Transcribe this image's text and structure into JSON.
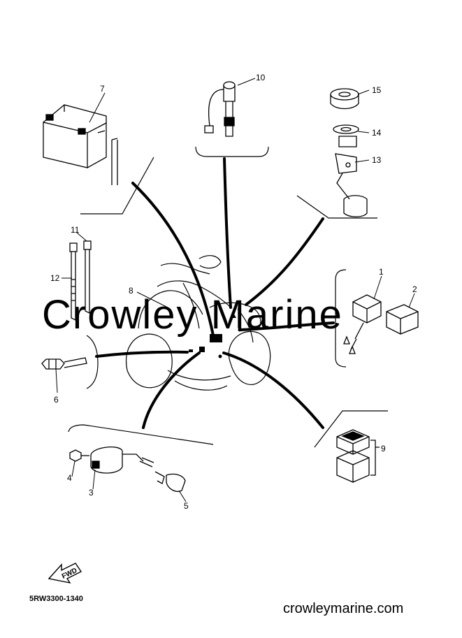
{
  "watermark": "Crowley Marine",
  "diagram_code": "5RW3300-1340",
  "site_name": "crowleymarine.com",
  "fwd_label": "FWD",
  "callouts": [
    "1",
    "2",
    "3",
    "4",
    "5",
    "6",
    "7",
    "8",
    "9",
    "10",
    "11",
    "12",
    "13",
    "14",
    "15"
  ]
}
